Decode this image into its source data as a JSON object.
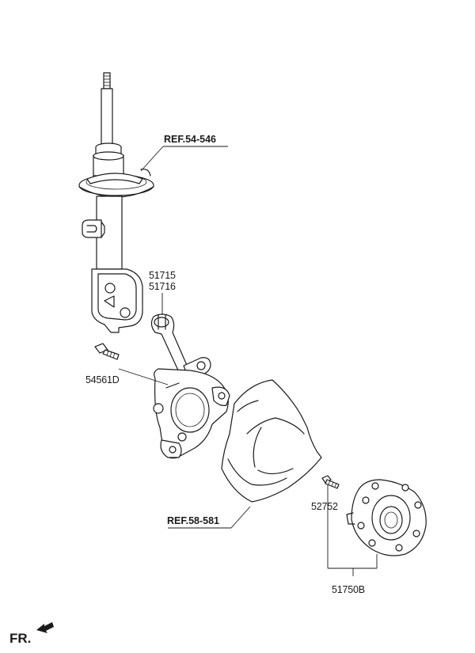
{
  "labels": {
    "strut_ref": "REF.54-546",
    "knuckle_part_1": "51715",
    "knuckle_part_2": "51716",
    "bolt_part": "54561D",
    "shield_ref": "REF.58-581",
    "hub_bolt_part": "52752",
    "hub_part": "51750B",
    "front_direction": "FR."
  }
}
